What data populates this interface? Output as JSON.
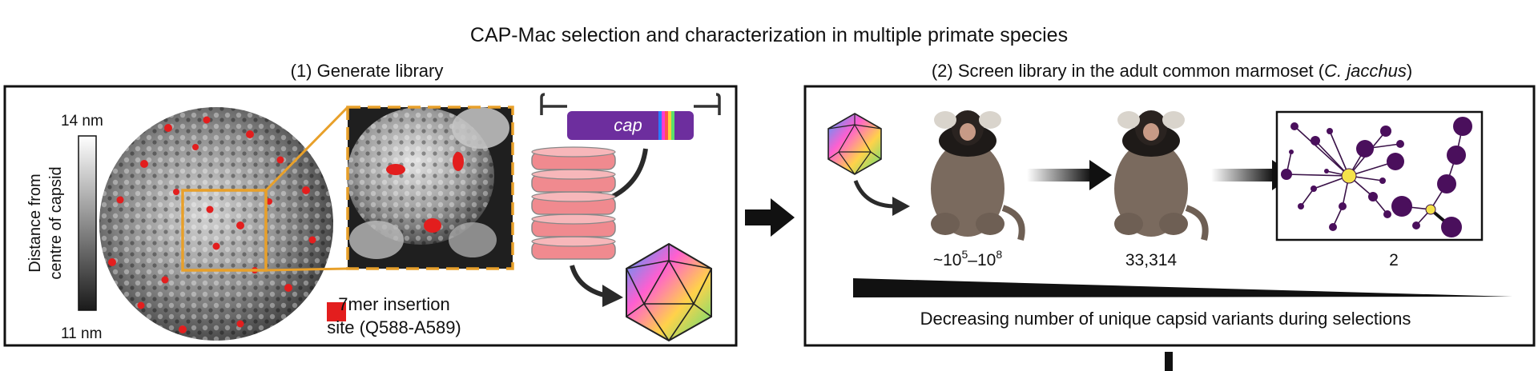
{
  "title": "CAP-Mac selection and characterization in multiple primate species",
  "panel1": {
    "heading": "(1) Generate library",
    "scale": {
      "top_label": "14 nm",
      "bottom_label": "11 nm",
      "axis_label_line1": "Distance from",
      "axis_label_line2": "centre of capsid"
    },
    "legend": {
      "line1": "7mer insertion",
      "line2": "site (Q588-A589)",
      "color": "#e31e1e"
    },
    "plasmid_label": "cap",
    "colors": {
      "highlight_box": "#e8a02a",
      "plasmid": "#6d2e9e",
      "plate": "#f08a8f"
    }
  },
  "panel2": {
    "heading_prefix": "(2) Screen library in the adult common marmoset (",
    "heading_species": "C. jacchus",
    "heading_suffix": ")",
    "counts": {
      "first_base": "~10",
      "first_exp1": "5",
      "dash": "–10",
      "first_exp2": "8",
      "second": "33,314",
      "third": "2"
    },
    "wedge_caption": "Decreasing number of unique capsid variants during selections",
    "colors": {
      "network_node": "#4a0f5c",
      "network_center": "#f4e24a"
    }
  }
}
